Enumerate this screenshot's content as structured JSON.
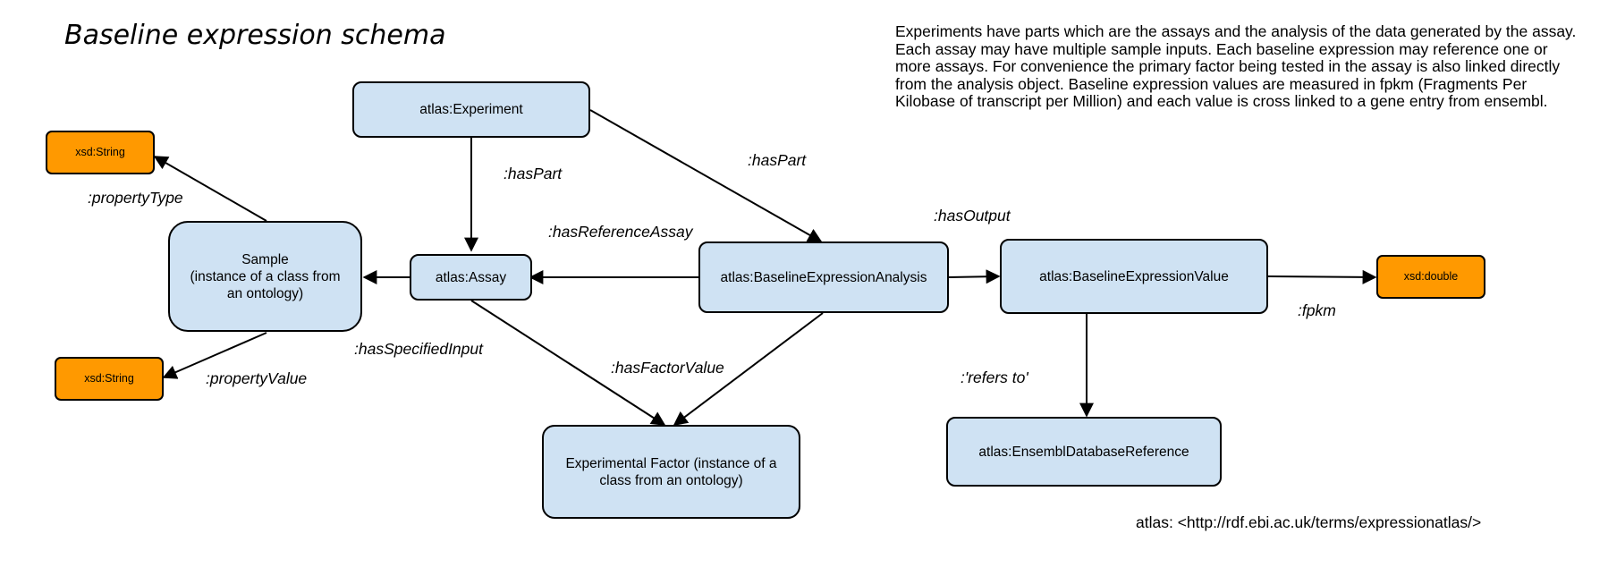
{
  "title": "Baseline expression schema",
  "description": "Experiments have parts which are the assays and the analysis of the data generated by the assay. Each assay may have multiple sample inputs. Each baseline expression may reference one or more assays. For convenience the primary factor being tested in the assay is also linked directly from the analysis object. Baseline expression values are measured in fpkm (Fragments Per Kilobase of transcript per Million)  and each value is cross linked to a gene entry from ensembl.",
  "namespace": "atlas: <http://rdf.ebi.ac.uk/terms/expressionatlas/>",
  "node_fill": "#cfe2f3",
  "literal_fill": "#ff9900",
  "nodes": {
    "experiment": "atlas:Experiment",
    "assay": "atlas:Assay",
    "analysis": "atlas:BaselineExpressionAnalysis",
    "value": "atlas:BaselineExpressionValue",
    "ensembl": "atlas:EnsemblDatabaseReference",
    "sample_line1": "Sample",
    "sample_line2": "(instance of a class from an ontology)",
    "factor": "Experimental Factor (instance of a class from an ontology)",
    "string_type": "xsd:String",
    "string_value": "xsd:String",
    "double": "xsd:double"
  },
  "edges": {
    "has_part_assay": ":hasPart",
    "has_part_analysis": ":hasPart",
    "has_reference_assay": ":hasReferenceAssay",
    "has_output": ":hasOutput",
    "has_specified_input": ":hasSpecifiedInput",
    "has_factor_value": ":hasFactorValue",
    "property_type": ":propertyType",
    "property_value": ":propertyValue",
    "refers_to": ":'refers to'",
    "fpkm": ":fpkm"
  }
}
